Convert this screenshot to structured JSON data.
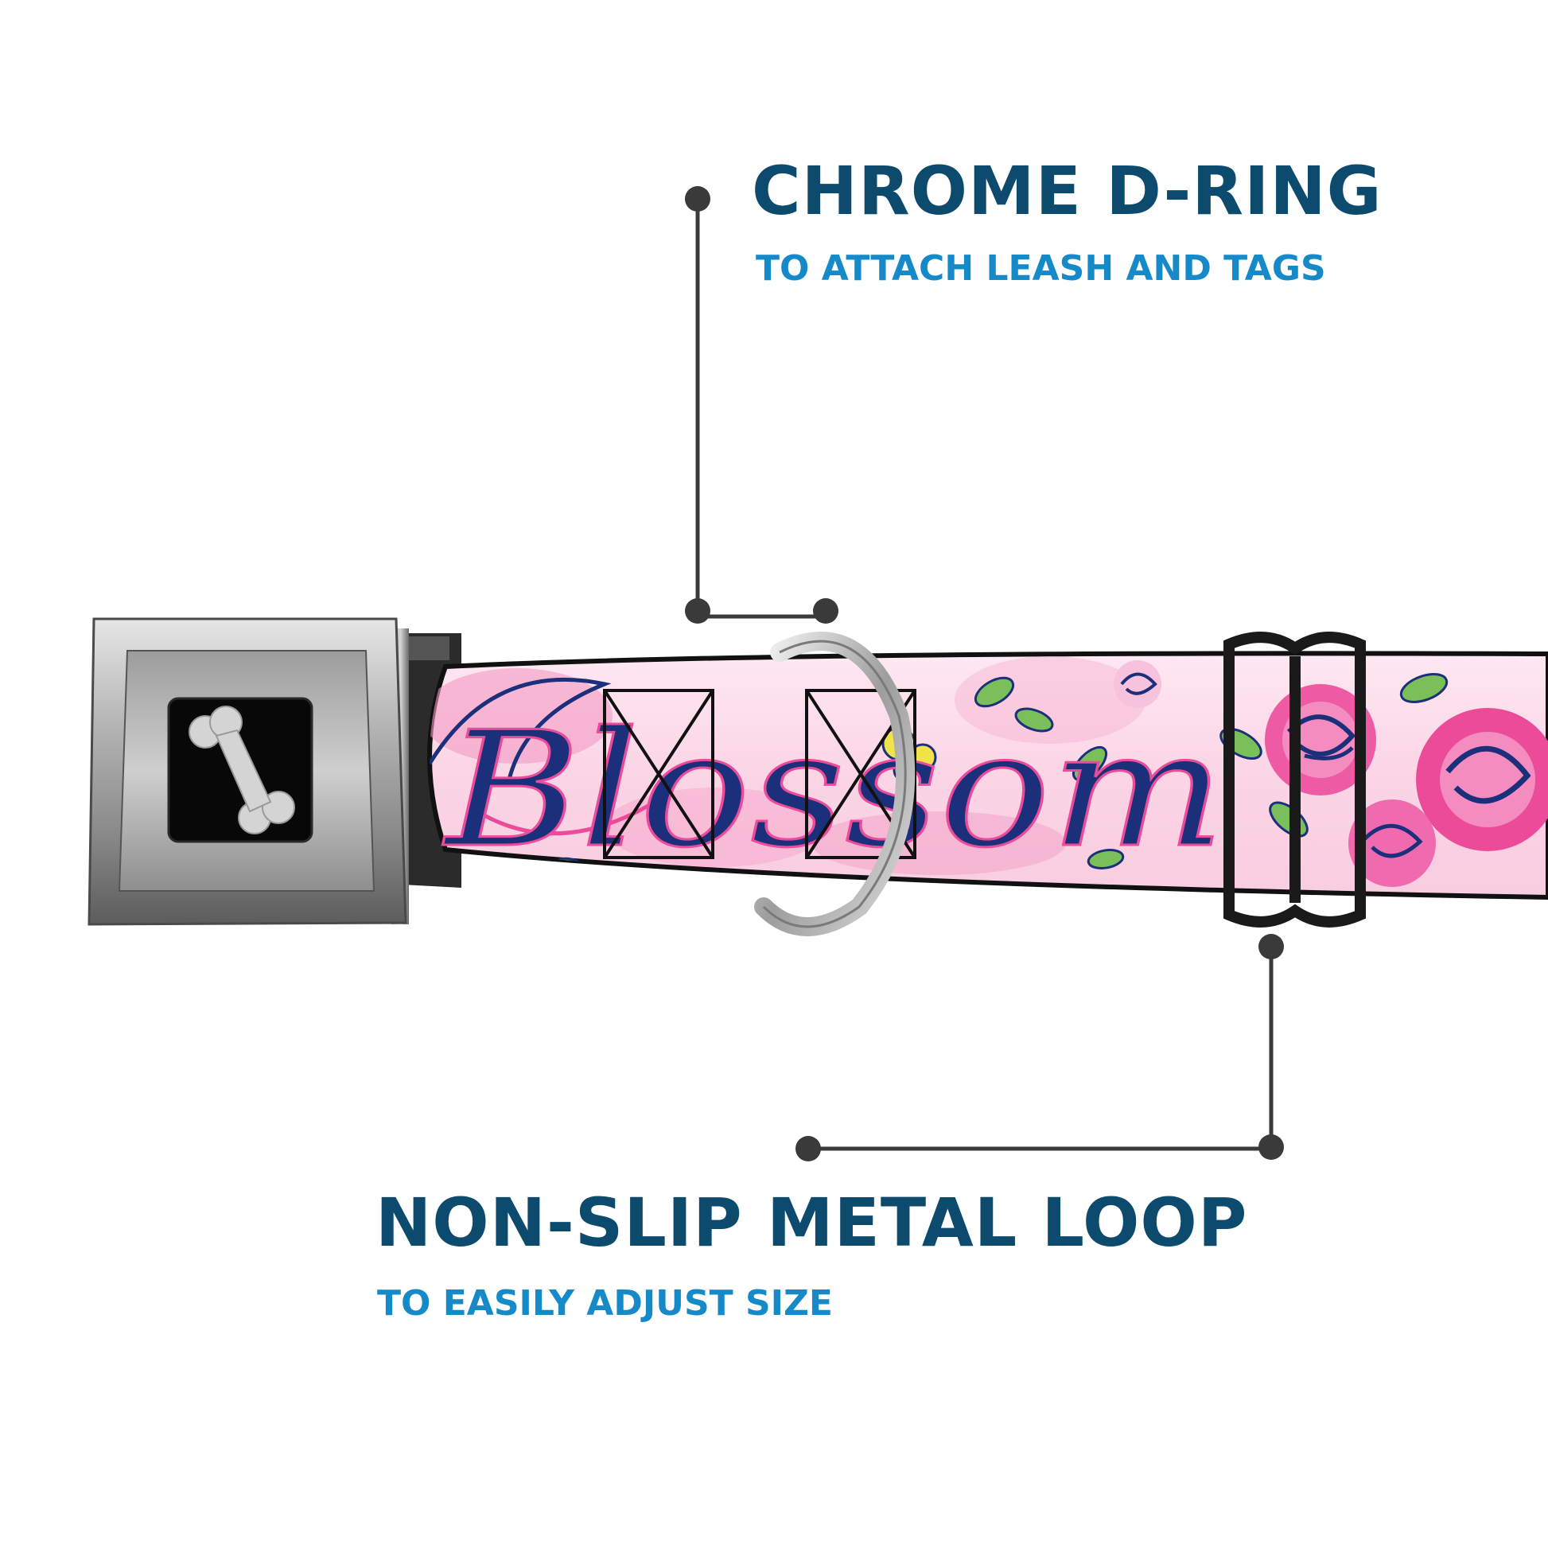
{
  "callouts": {
    "dring": {
      "title": "CHROME D-RING",
      "subtitle": "TO ATTACH LEASH AND TAGS"
    },
    "loop": {
      "title": "NON-SLIP METAL LOOP",
      "subtitle": "TO EASILY ADJUST SIZE"
    }
  },
  "collar": {
    "print_text": "Blossom",
    "buckle_logo": "bone-icon"
  },
  "colors": {
    "title": "#0c4a6e",
    "subtitle": "#1689c8",
    "leader_line": "#3a3a3a",
    "collar_base": "#fbe3ee",
    "rose_pink": "#ec4b9a",
    "outline_navy": "#1b2f7a",
    "leaf_green": "#7bbf5a"
  }
}
